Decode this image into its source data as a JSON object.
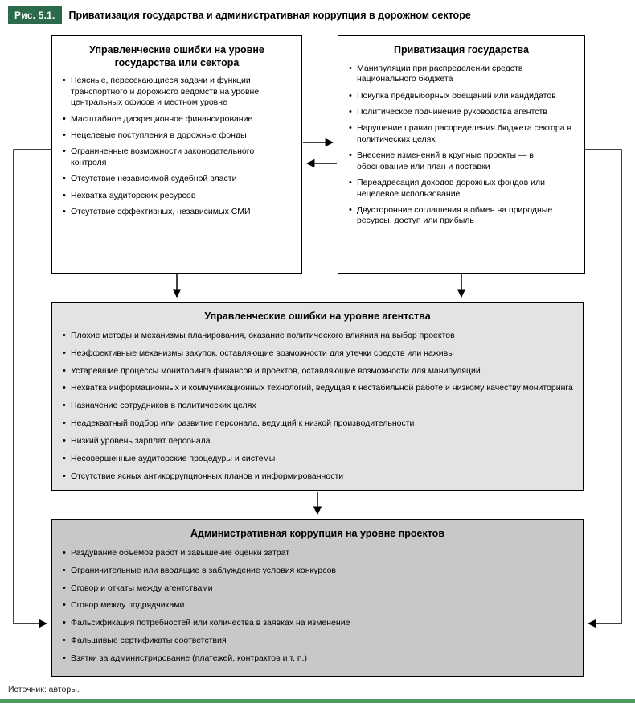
{
  "figure": {
    "label": "Рис. 5.1.",
    "title": "Приватизация государства и административная коррупция в дорожном секторе",
    "source": "Источник: авторы."
  },
  "boxes": {
    "state_errors": {
      "title": "Управленческие ошибки на уровне государства или сектора",
      "items": [
        "Неясные, пересекающиеся задачи и функции транспортного и дорожного ведомств на уровне центральных офисов и местном уровне",
        "Масштабное дискреционное финансирование",
        "Нецелевые поступления в дорожные фонды",
        "Ограниченные возможности законодательного контроля",
        "Отсутствие независимой судебной власти",
        "Нехватка аудиторских ресурсов",
        "Отсутствие эффективных, независимых СМИ"
      ]
    },
    "state_capture": {
      "title": "Приватизация государства",
      "items": [
        "Манипуляции при распределении средств национального бюджета",
        "Покупка предвыборных обещаний или кандидатов",
        "Политическое подчинение руководства агентств",
        "Нарушение правил распределения бюджета сектора в политических целях",
        "Внесение изменений в крупные проекты — в обоснование или план и поставки",
        "Переадресация доходов дорожных фондов или нецелевое использование",
        "Двусторонние соглашения в обмен на природные ресурсы, доступ или прибыль"
      ]
    },
    "agency_errors": {
      "title": "Управленческие ошибки на уровне агентства",
      "items": [
        "Плохие методы и механизмы планирования, оказание политического влияния на выбор проектов",
        "Неэффективные механизмы закупок, оставляющие возможности для утечки средств или наживы",
        "Устаревшие процессы мониторинга финансов и проектов, оставляющие возможности для манипуляций",
        "Нехватка информационных и коммуникационных технологий, ведущая к нестабильной работе и низкому качеству мониторинга",
        "Назначение сотрудников в политических целях",
        "Неадекватный подбор или развитие персонала, ведущий к низкой производительности",
        "Низкий уровень зарплат персонала",
        "Несовершенные аудиторские процедуры и системы",
        "Отсутствие ясных антикоррупционных планов и информированности"
      ]
    },
    "project_corruption": {
      "title": "Административная коррупция на уровне проектов",
      "items": [
        "Раздувание объемов работ и завышение оценки затрат",
        "Ограничительные или вводящие в заблуждение условия конкурсов",
        "Сговор и откаты между агентствами",
        "Сговор между подрядчиками",
        "Фальсификация потребностей или количества в заявках на изменение",
        "Фальшивые сертификаты соответствия",
        "Взятки за администрирование (платежей, контрактов и т. п.)"
      ]
    }
  },
  "colors": {
    "header_green": "#2b6a4a",
    "rule_green": "#4c9962",
    "box_agency_gray": "#e3e3e3",
    "box_project_gray": "#c8c8c8",
    "line_black": "#000000"
  }
}
